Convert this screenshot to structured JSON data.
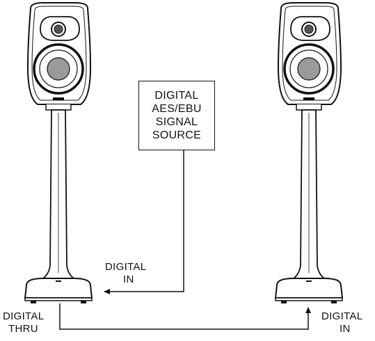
{
  "source_box": {
    "lines": [
      "DIGITAL",
      "AES/EBU",
      "SIGNAL",
      "SOURCE"
    ]
  },
  "labels": {
    "left_in": [
      "DIGITAL",
      "IN"
    ],
    "left_thru": [
      "DIGITAL",
      "THRU"
    ],
    "right_in": [
      "DIGITAL",
      "IN"
    ]
  },
  "colors": {
    "line": "#111111",
    "background": "#ffffff"
  }
}
